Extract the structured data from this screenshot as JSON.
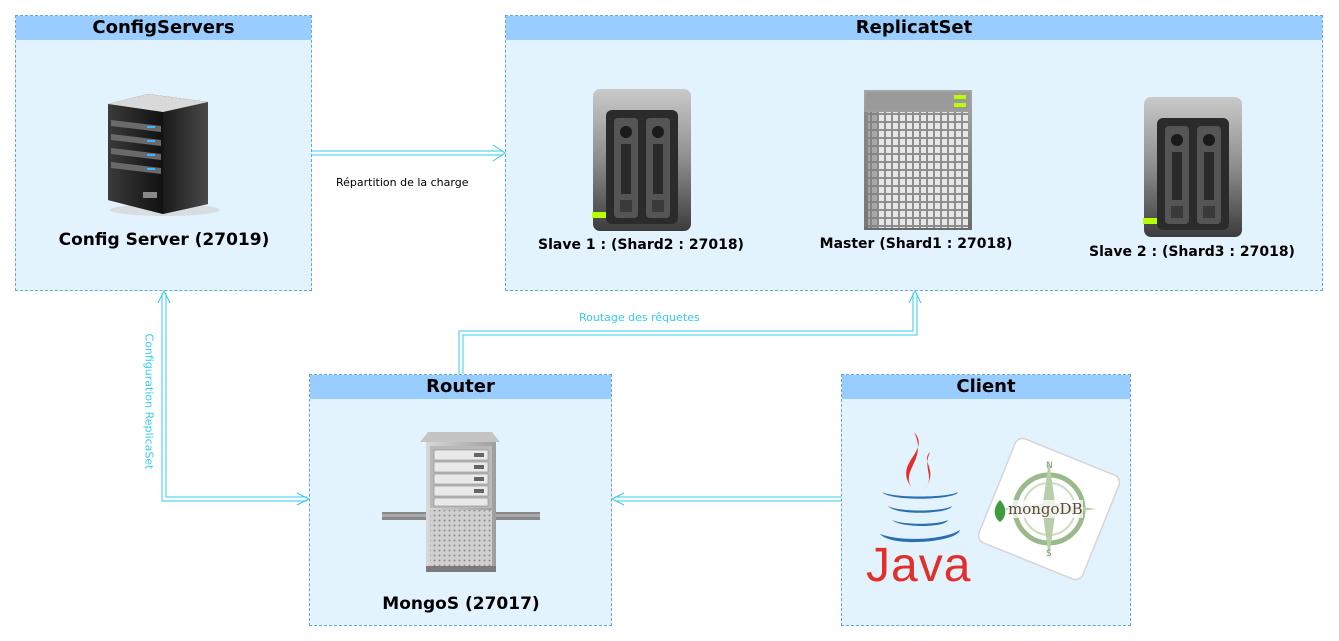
{
  "groups": {
    "config": {
      "title": "ConfigServers"
    },
    "replica": {
      "title": "ReplicatSet"
    },
    "router": {
      "title": "Router"
    },
    "client": {
      "title": "Client"
    }
  },
  "nodes": {
    "config_server": "Config Server (27019)",
    "slave1": "Slave 1 : (Shard2 : 27018)",
    "master": "Master (Shard1 : 27018)",
    "slave2": "Slave 2 : (Shard3 : 27018)",
    "mongos": "MongoS (27017)"
  },
  "edges": {
    "load_balancing": "Répartition de la charge",
    "request_routing": "Routage des rêquetes",
    "replicaset_config": "Configuration ReplicaSet"
  },
  "logos": {
    "java": "Java",
    "mongodb": "mongoDB"
  },
  "colors": {
    "group_fill": "#e3f3fd",
    "group_header": "#99ccff",
    "connector": "#33ccee"
  }
}
